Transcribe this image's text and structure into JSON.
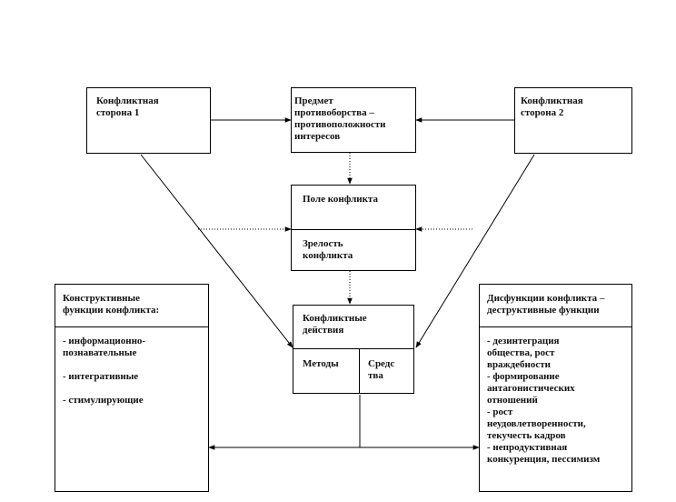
{
  "boxes": {
    "side1": {
      "label": "Конфликтная\nсторона 1"
    },
    "subject": {
      "label": "Предмет\nпротивоборства –\nпротивоположности\nинтересов"
    },
    "side2": {
      "label": "Конфликтная\nсторона 2"
    },
    "field": {
      "label": "Поле конфликта",
      "maturity": "Зрелость\nконфликта"
    },
    "actions": {
      "label": "Конфликтные\nдействия",
      "methods": "Методы",
      "means": "Средс\nтва"
    },
    "constructive": {
      "title": "Конструктивные\nфункции конфликта:",
      "items": "- информационно-\nпознавательные\n\n- интегративные\n\n- стимулирующие"
    },
    "dysfunctions": {
      "title": "Дисфункции конфликта –\nдеструктивные функции",
      "items": "- дезинтеграция\nобщества, рост\nвраждебности\n- формирование\nантагонистических\nотношений\n- рост\nнеудовлетворенности,\nтекучесть кадров\n- непродуктивная\nконкуренция, пессимизм"
    }
  }
}
